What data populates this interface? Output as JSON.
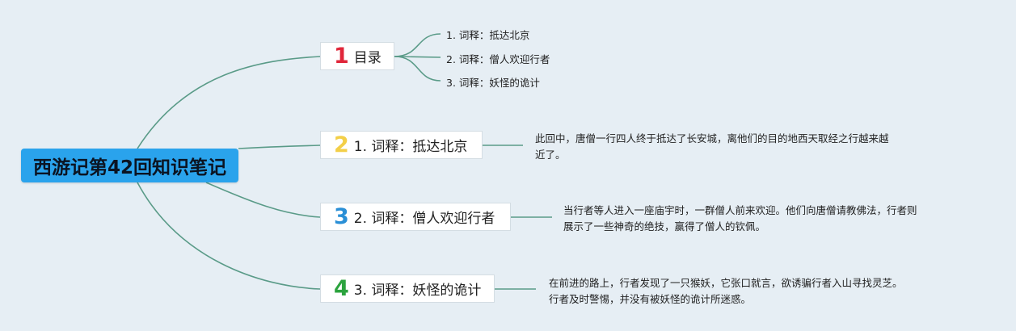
{
  "root": {
    "title": "西游记第42回知识笔记"
  },
  "colors": {
    "root_bg": "#2aa3ec",
    "connector": "#5a9b88",
    "background": "#e6eef4",
    "num1": "#e0263a",
    "num2": "#f3cf48",
    "num3": "#2a8fd6",
    "num4": "#2ba33e"
  },
  "branches": [
    {
      "number": "1",
      "label": "目录",
      "children": [
        "1. 词释：抵达北京",
        "2. 词释：僧人欢迎行者",
        "3. 词释：妖怪的诡计"
      ]
    },
    {
      "number": "2",
      "label": "1. 词释：抵达北京",
      "description": [
        "此回中，唐僧一行四人终于抵达了长安城，离他们的目的地西天取经之行越来越",
        "近了。"
      ]
    },
    {
      "number": "3",
      "label": "2. 词释：僧人欢迎行者",
      "description": [
        "当行者等人进入一座庙宇时，一群僧人前来欢迎。他们向唐僧请教佛法，行者则",
        "展示了一些神奇的绝技，赢得了僧人的钦佩。"
      ]
    },
    {
      "number": "4",
      "label": "3. 词释：妖怪的诡计",
      "description": [
        "在前进的路上，行者发现了一只猴妖，它张口就言，欲诱骗行者入山寻找灵芝。",
        "行者及时警惕，并没有被妖怪的诡计所迷惑。"
      ]
    }
  ]
}
